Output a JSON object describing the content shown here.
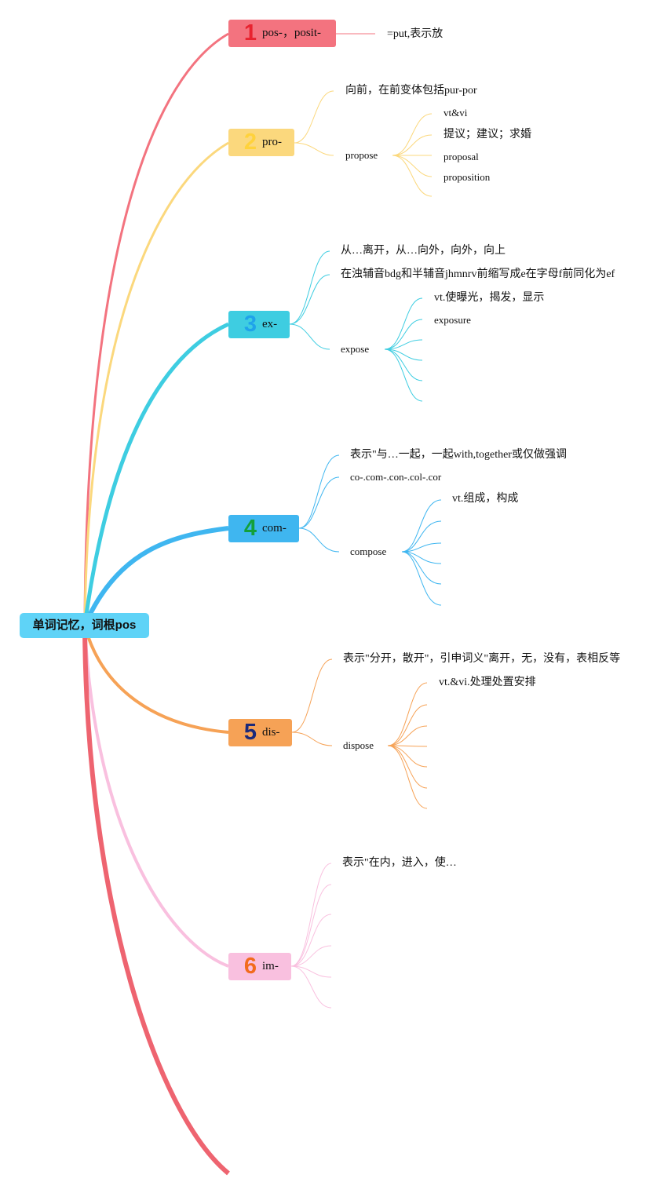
{
  "root": {
    "label": "单词记忆，词根pos"
  },
  "branches": [
    {
      "num": "1",
      "label": "pos-，posit-",
      "color": "#f3737f",
      "badge_color": "#e8232f",
      "notes": [
        "=put,表示放"
      ]
    },
    {
      "num": "2",
      "label": "pro-",
      "color": "#fbd87d",
      "badge_color": "#ffd23b",
      "notes": [
        "向前，在前变体包括pur-por"
      ],
      "word": {
        "label": "propose",
        "items": [
          "vt&vi",
          "提议；建议；求婚",
          "proposal",
          "proposition",
          ""
        ]
      }
    },
    {
      "num": "3",
      "label": "ex-",
      "color": "#3ecde1",
      "badge_color": "#1fa3ea",
      "notes": [
        "从…离开，从…向外，向外，向上",
        "在浊辅音bdg和半辅音jhmnrv前缩写成e在字母f前同化为ef"
      ],
      "word": {
        "label": "expose",
        "items": [
          "vt.使曝光，揭发，显示",
          "exposure",
          "",
          "",
          "",
          ""
        ]
      }
    },
    {
      "num": "4",
      "label": "com-",
      "color": "#3fb6f0",
      "badge_color": "#13a03a",
      "notes": [
        "表示\"与…一起，一起with,together或仅做强调",
        "co-.com-.con-.col-.cor"
      ],
      "word": {
        "label": "compose",
        "items": [
          "vt.组成，构成",
          "",
          "",
          "",
          "",
          ""
        ]
      }
    },
    {
      "num": "5",
      "label": "dis-",
      "color": "#f6a256",
      "badge_color": "#1c2a7a",
      "notes": [
        "表示\"分开，散开\"，引申词义\"离开，无，没有，表相反等"
      ],
      "word": {
        "label": "dispose",
        "items": [
          "vt.&vi.处理处置安排",
          "",
          "",
          "",
          "",
          "",
          ""
        ]
      }
    },
    {
      "num": "6",
      "label": "im-",
      "color": "#f9c0df",
      "badge_color": "#f26b1d",
      "notes": [
        "表示\"在内，进入，使…",
        "",
        "",
        "",
        "",
        ""
      ]
    }
  ]
}
